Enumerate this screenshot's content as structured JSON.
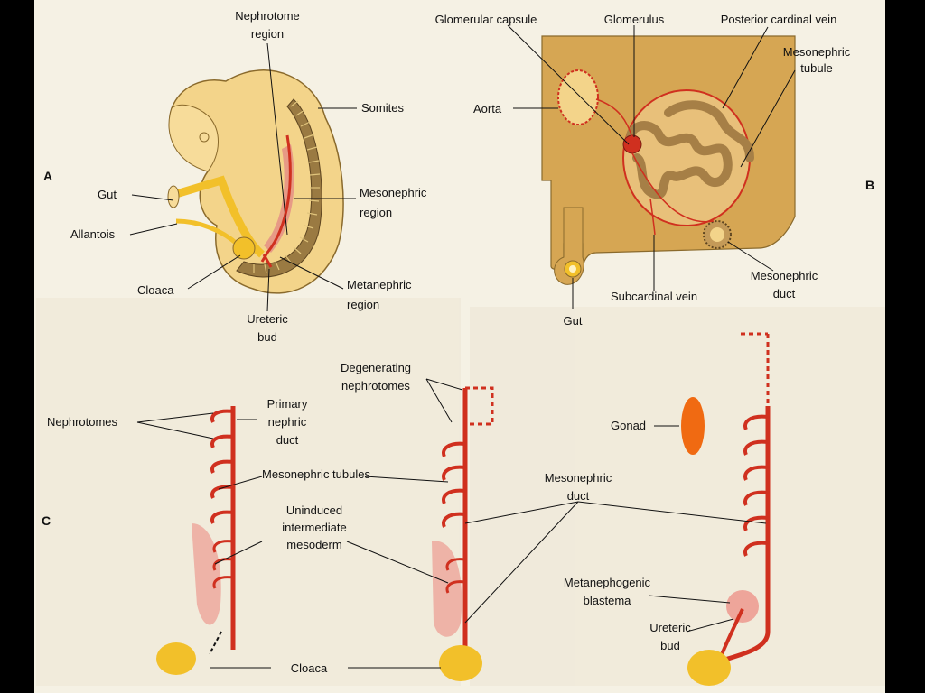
{
  "colors": {
    "page": "#f5f1e4",
    "embryo": "#f3d48a",
    "embryo_outline": "#8a6a2c",
    "duct_red": "#d0301f",
    "tubule_brown": "#a67f46",
    "gonad_orange": "#f06a12",
    "cloaca_yellow": "#f2c02a",
    "blastema_pink": "#eea59a"
  },
  "panel_a": {
    "letter": "A",
    "labels": {
      "nephrotome_1": "Nephrotome",
      "nephrotome_2": "region",
      "somites": "Somites",
      "gut": "Gut",
      "allantois": "Allantois",
      "mesonephric_1": "Mesonephric",
      "mesonephric_2": "region",
      "cloaca": "Cloaca",
      "metanephric_1": "Metanephric",
      "metanephric_2": "region",
      "ureteric_1": "Ureteric",
      "ureteric_2": "bud"
    }
  },
  "panel_b": {
    "letter": "B",
    "labels": {
      "glomerular_capsule": "Glomerular capsule",
      "glomerulus": "Glomerulus",
      "posterior_cardinal_vein": "Posterior cardinal vein",
      "mesonephric_tubule_1": "Mesonephric",
      "mesonephric_tubule_2": "tubule",
      "aorta": "Aorta",
      "mesonephric_duct_1": "Mesonephric",
      "mesonephric_duct_2": "duct",
      "subcardinal_vein": "Subcardinal vein",
      "gut": "Gut"
    }
  },
  "panel_c": {
    "letter": "C",
    "labels": {
      "degenerating_1": "Degenerating",
      "degenerating_2": "nephrotomes",
      "nephrotomes": "Nephrotomes",
      "primary_1": "Primary",
      "primary_2": "nephric",
      "primary_3": "duct",
      "mesonephric_tubules": "Mesonephric tubules",
      "gonad": "Gonad",
      "mesonephric_duct_1": "Mesonephric",
      "mesonephric_duct_2": "duct",
      "uninduced_1": "Uninduced",
      "uninduced_2": "intermediate",
      "uninduced_3": "mesoderm",
      "metanephogenic_1": "Metanephogenic",
      "metanephogenic_2": "blastema",
      "ureteric_1": "Ureteric",
      "ureteric_2": "bud",
      "cloaca": "Cloaca"
    }
  }
}
